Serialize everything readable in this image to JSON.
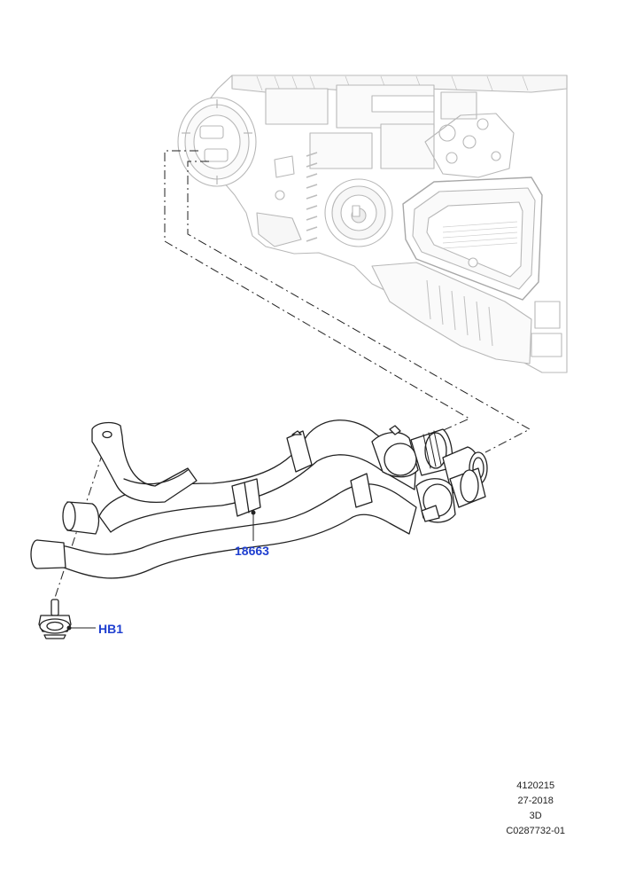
{
  "callouts": {
    "hose_assembly": "18663",
    "bolt": "HB1"
  },
  "footer": {
    "line1": "4120215",
    "line2": "27-2018",
    "line3": "3D",
    "line4": "C0287732-01"
  },
  "colors": {
    "callout_text": "#1f3fd0",
    "line_art": "#222222",
    "ghost_art": "#b8b8b8"
  }
}
